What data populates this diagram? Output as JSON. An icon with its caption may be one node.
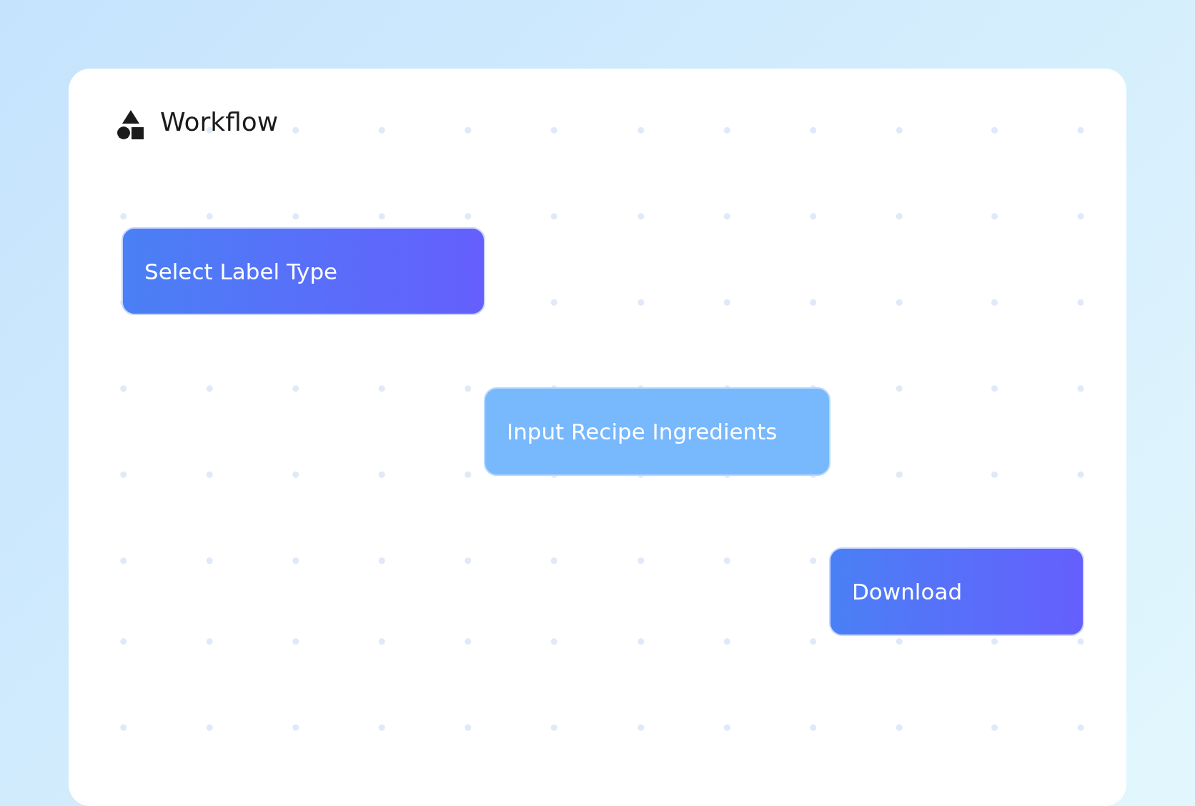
{
  "diagram": {
    "title": "Workflow",
    "nodes": [
      {
        "text": [
          "Select Label Type"
        ]
      },
      {
        "text": [
          "Input Recipe Ingredients"
        ]
      },
      {
        "text": [
          "Download"
        ]
      }
    ]
  }
}
